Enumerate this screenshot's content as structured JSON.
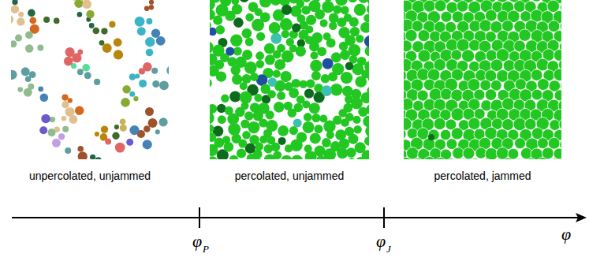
{
  "diagram": {
    "labels": [
      "unpercolated, unjammed",
      "percolated, unjammed",
      "percolated, jammed",
      "φ",
      "P",
      "φ",
      "J",
      "φ"
    ]
  }
}
